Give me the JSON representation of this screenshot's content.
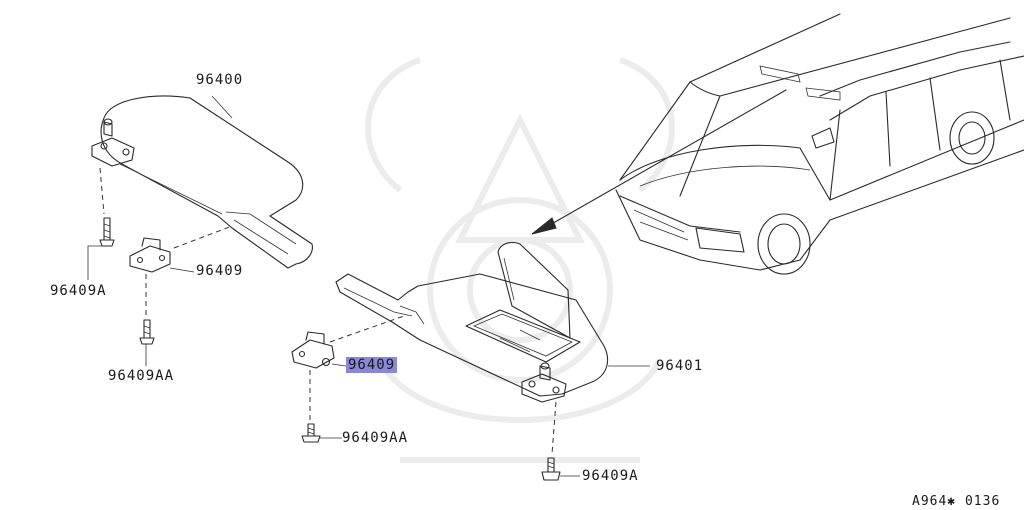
{
  "labels": {
    "visor_left": "96400",
    "visor_right": "96401",
    "holder_left": "96409",
    "holder_right": "96409",
    "screw_left_a": "96409A",
    "screw_left_aa": "96409AA",
    "screw_right_aa": "96409AA",
    "screw_right_a": "96409A"
  },
  "reference_code": "A964✱ 0136",
  "colors": {
    "line": "#2a2a2a",
    "highlight": "#8a86d8",
    "watermark": "#ececec"
  }
}
